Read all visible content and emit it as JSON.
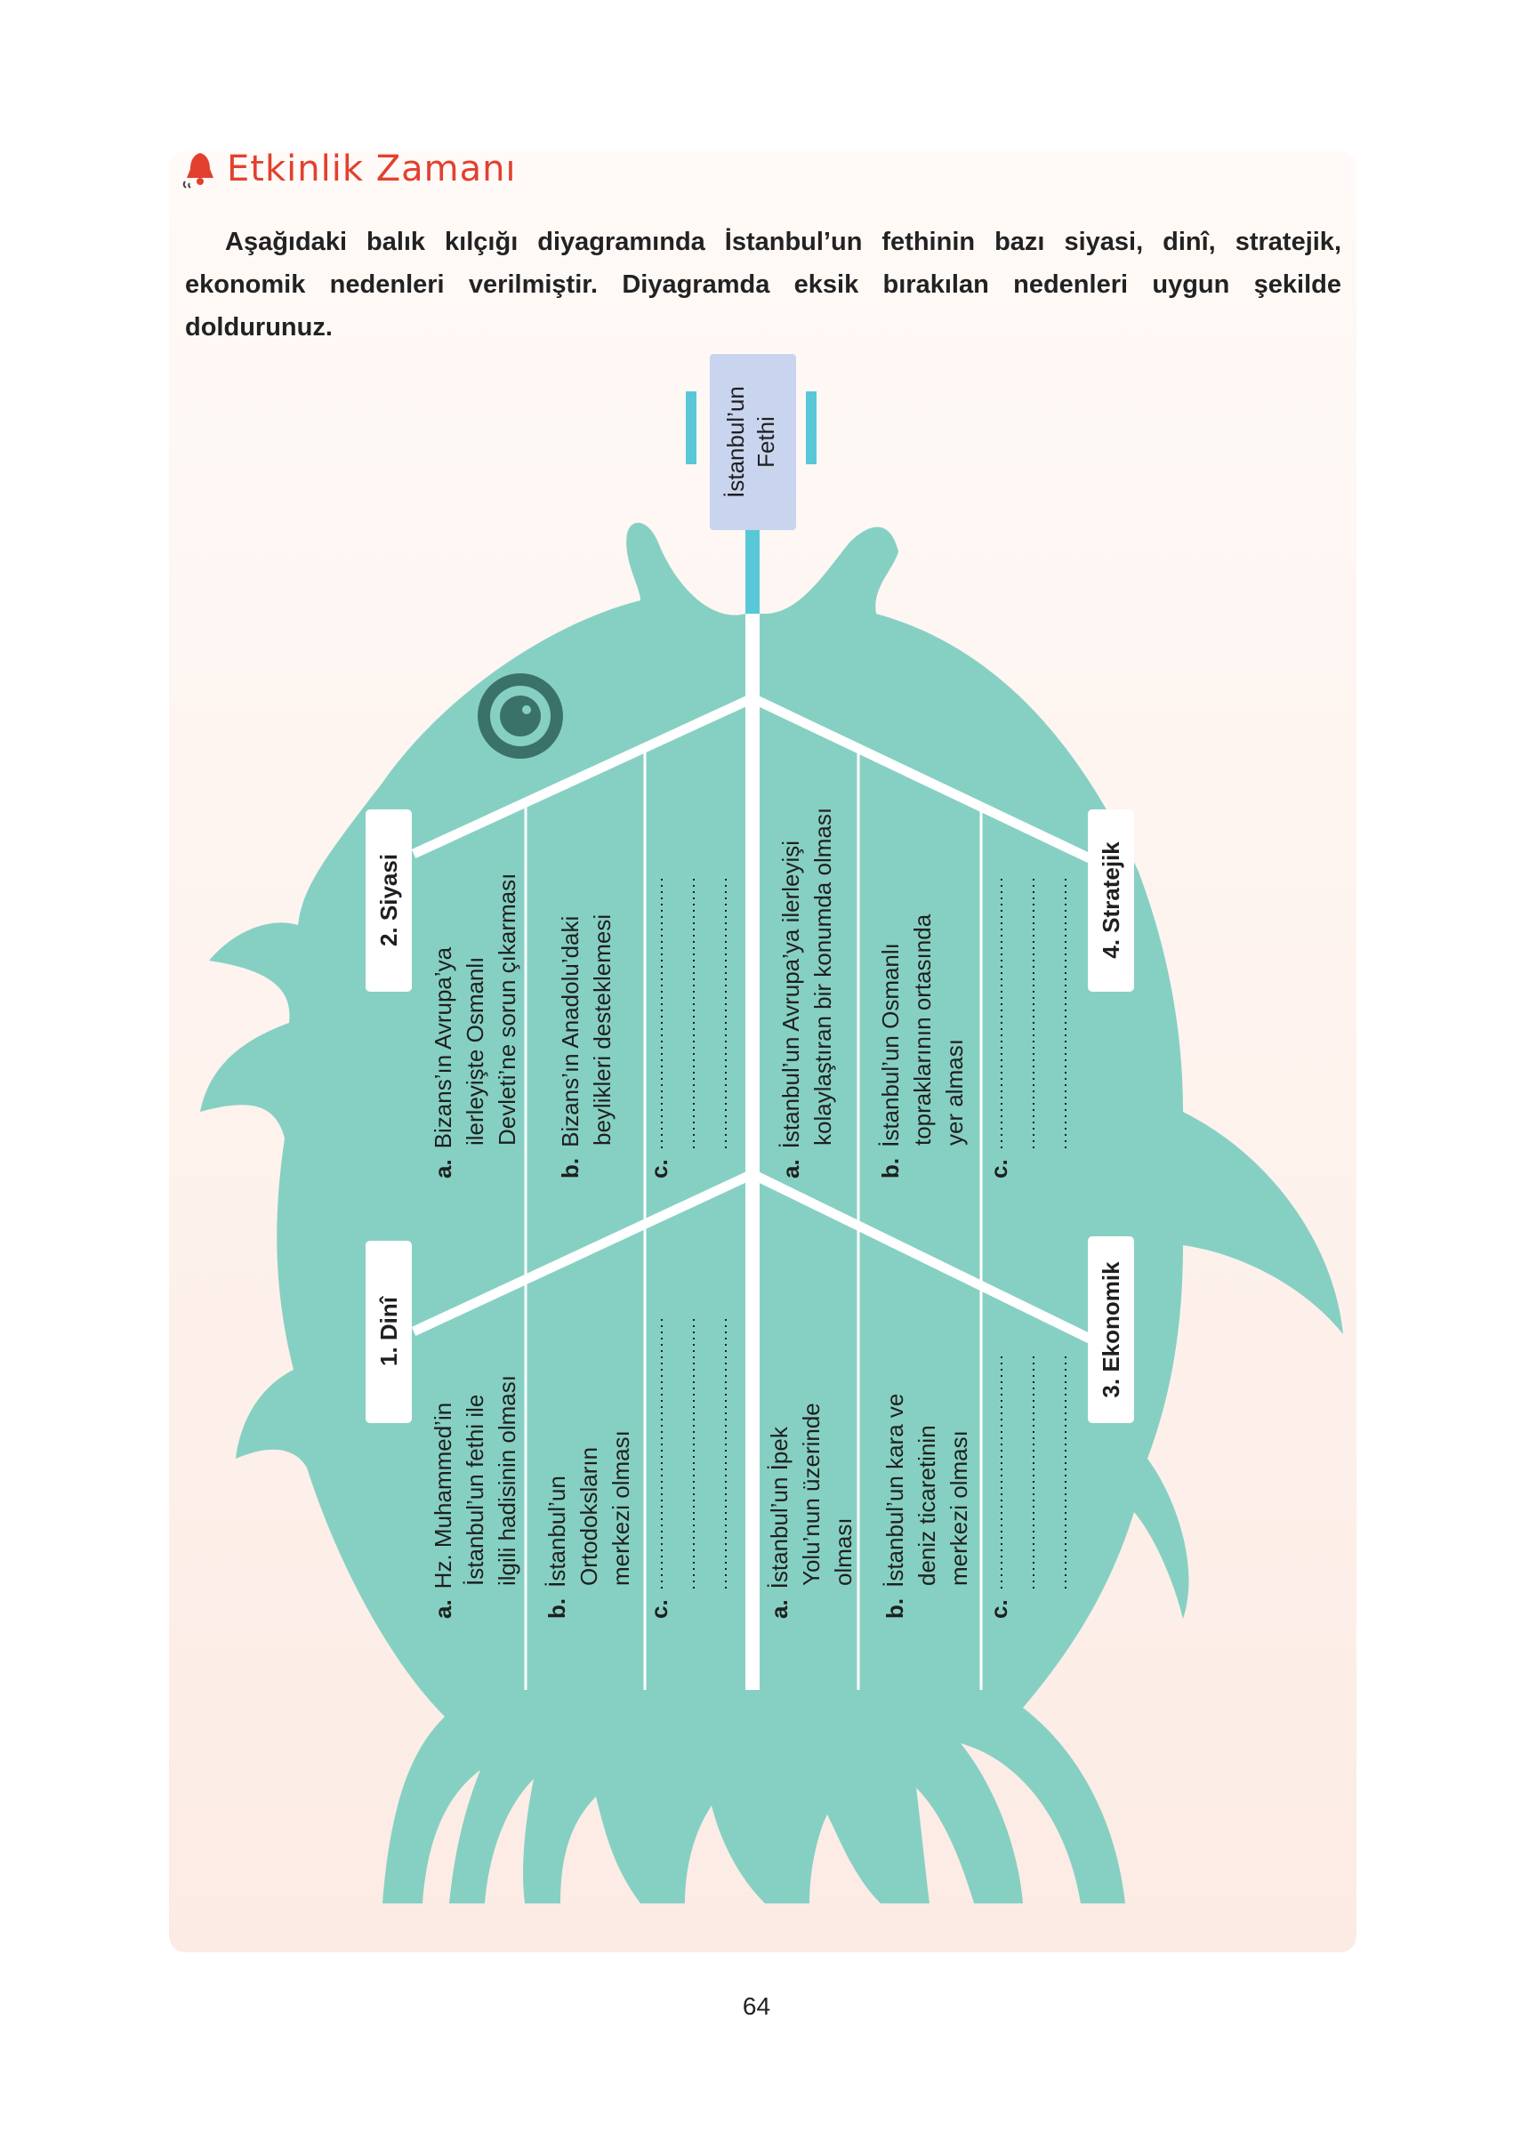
{
  "header": {
    "title": "Etkinlik Zamanı",
    "icon": "bell-icon",
    "accent_color": "#e2402f"
  },
  "instruction": "Aşağıdaki balık kılçığı diyagramında İstanbul’un fethinin bazı siyasi, dinî, stratejik, ekonomik nedenleri verilmiştir. Diyagramda eksik bırakılan nedenleri uygun şekilde doldurunuz.",
  "diagram": {
    "fish_color": "#86d0c3",
    "head": {
      "line1": "İstanbul’un",
      "line2": "Fethi",
      "color": "#c9d4ee"
    },
    "categories": {
      "siyasi": "2. Siyasi",
      "dini": "1. Dinî",
      "stratejik": "4. Stratejik",
      "ekonomik": "3. Ekonomik"
    },
    "siyasi_items": [
      {
        "key": "a.",
        "lines": [
          "Bizans’ın Avrupa’ya",
          "ilerleyişte  Osmanlı",
          "Devleti’ne sorun çıkarması"
        ]
      },
      {
        "key": "b.",
        "lines": [
          "Bizans’ın Anadolu’daki",
          "beylikleri desteklemesi"
        ]
      },
      {
        "key": "c.",
        "lines": []
      }
    ],
    "dini_items": [
      {
        "key": "a.",
        "lines": [
          "Hz. Muhammed’in",
          "İstanbul’un fethi ile",
          "ilgili hadisinin olması"
        ]
      },
      {
        "key": "b.",
        "lines": [
          "İstanbul’un",
          "Ortodoksların",
          "merkezi olması"
        ]
      },
      {
        "key": "c.",
        "lines": []
      }
    ],
    "stratejik_items": [
      {
        "key": "a.",
        "lines": [
          "İstanbul’un Avrupa’ya ilerleyişi",
          "kolaylaştıran bir konumda olması"
        ]
      },
      {
        "key": "b.",
        "lines": [
          "İstanbul’un Osmanlı",
          "topraklarının ortasında",
          "yer alması"
        ]
      },
      {
        "key": "c.",
        "lines": []
      }
    ],
    "ekonomik_items": [
      {
        "key": "a.",
        "lines": [
          "İstanbul’un İpek",
          "Yolu’nun  üzerinde",
          "olması"
        ]
      },
      {
        "key": "b.",
        "lines": [
          "İstanbul’un kara ve",
          "deniz ticaretinin",
          "merkezi olması"
        ]
      },
      {
        "key": "c.",
        "lines": []
      }
    ]
  },
  "page_number": "64"
}
